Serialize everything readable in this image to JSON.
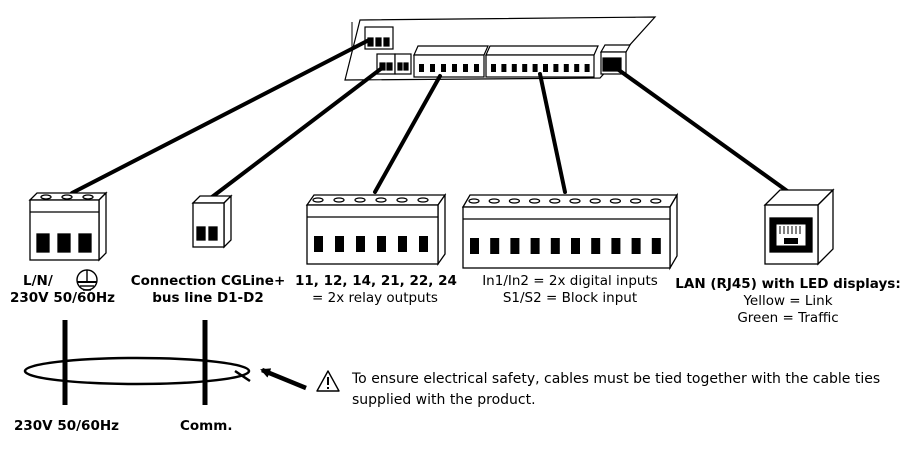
{
  "terminals": {
    "power": {
      "line1_prefix": "L/N/",
      "line2": "230V 50/60Hz"
    },
    "bus": {
      "line1": "Connection CGLine+",
      "line2": "bus line D1-D2"
    },
    "relay": {
      "line1": "11, 12, 14, 21, 22, 24",
      "line2": "= 2x relay outputs"
    },
    "inputs": {
      "line1": "In1/In2 = 2x digital inputs",
      "line2": "S1/S2 = Block input"
    },
    "lan": {
      "line1": "LAN (RJ45) with LED displays:",
      "line2": "Yellow = Link",
      "line3": "Green = Traffic"
    }
  },
  "cables": {
    "power_label": "230V 50/60Hz",
    "comm_label": "Comm."
  },
  "safety_note": {
    "icon": "warning-triangle-icon",
    "line1": "To ensure electrical safety, cables must be tied together with the cable ties",
    "line2": "supplied with the product."
  }
}
